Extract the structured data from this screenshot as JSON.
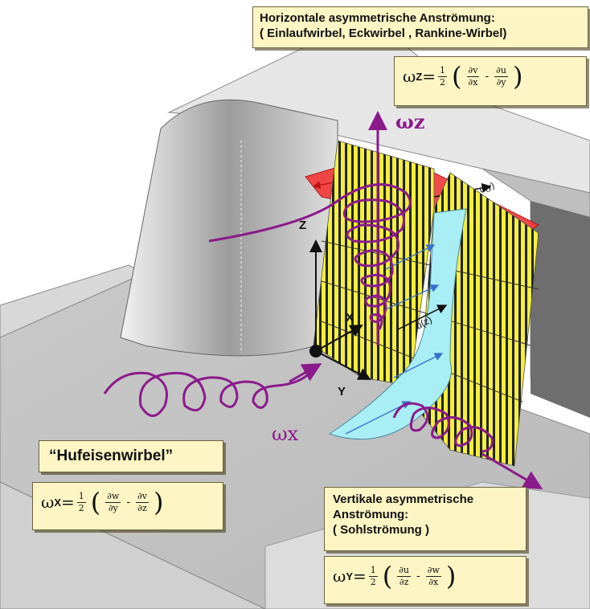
{
  "top_box": {
    "line1": "Horizontale asymmetrische Anströmung:",
    "line2": "( Einlaufwirbel, Eckwirbel , Rankine-Wirbel)",
    "omega": "ω",
    "sub": "Z",
    "eq": "=",
    "half_num": "1",
    "half_den": "2",
    "lparen": "(",
    "rparen": ")",
    "f1_num": "∂v",
    "f1_den": "∂x",
    "minus": "-",
    "f2_num": "∂u",
    "f2_den": "∂y"
  },
  "left_box": {
    "title": "“Hufeisenwirbel”",
    "omega": "ω",
    "sub": "X",
    "eq": "=",
    "half_num": "1",
    "half_den": "2",
    "lparen": "(",
    "rparen": ")",
    "f1_num": "∂w",
    "f1_den": "∂y",
    "minus": "-",
    "f2_num": "∂v",
    "f2_den": "∂z"
  },
  "right_box": {
    "line1": "Vertikale asymmetrische",
    "line2": "Anströmung:",
    "line3": "( Sohlströmung )",
    "omega": "ω",
    "sub": "Y",
    "eq": "=",
    "half_num": "1",
    "half_den": "2",
    "lparen": "(",
    "rparen": ")",
    "f1_num": "∂u",
    "f1_den": "∂z",
    "minus": "-",
    "f2_num": "∂w",
    "f2_den": "∂x"
  },
  "labels": {
    "omega_z": "ωz",
    "omega_x": "ωx",
    "axis_z": "Z",
    "axis_x": "X",
    "axis_y": "Y",
    "u_y": "u(y)",
    "u_z": "u(z)"
  },
  "colors": {
    "vortex": "#8b1a8b",
    "red_profile": "#f23a3a",
    "cyan_profile": "#a9eef4",
    "yellow_grid": "#f3ef3c",
    "box_fill": "#fdf6c4"
  }
}
